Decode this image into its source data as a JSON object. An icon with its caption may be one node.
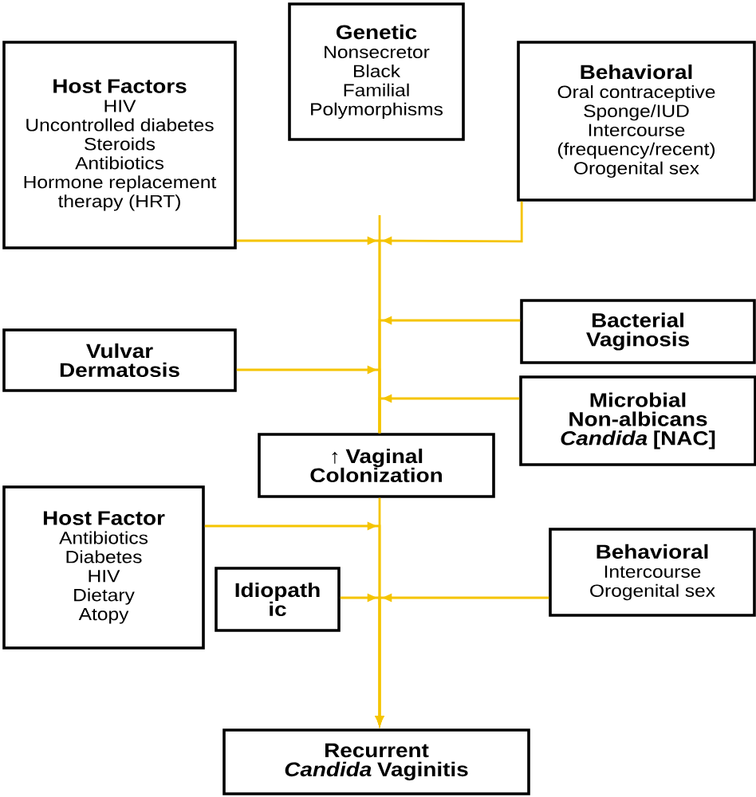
{
  "diagram": {
    "nodes": [
      {
        "text": [
          "Host Factors",
          "HIV",
          "Uncontrolled diabetes",
          "Steroids",
          "Antibiotics",
          "Hormone replacement therapy (HRT)"
        ]
      },
      {
        "text": [
          "Genetic",
          "Nonsecretor",
          "Black",
          "Familial",
          "Polymorphisms"
        ]
      },
      {
        "text": [
          "Behavioral",
          "Oral contraceptive",
          "Sponge/IUD",
          "Intercourse (frequency/recent)",
          "Orogenital sex"
        ]
      },
      {
        "text": [
          "Bacterial Vaginosis"
        ]
      },
      {
        "text": [
          "Vulvar Dermatosis"
        ]
      },
      {
        "text": [
          "Microbial Non-albicans *Candida* [NAC]"
        ]
      },
      {
        "text": [
          "↑ Vaginal Colonization"
        ]
      },
      {
        "text": [
          "Host Factor",
          "Antibiotics",
          "Diabetes",
          "HIV",
          "Dietary",
          "Atopy"
        ]
      },
      {
        "text": [
          "Idiopath ic"
        ]
      },
      {
        "text": [
          "Behavioral",
          "Intercourse",
          "Orogenital sex"
        ]
      },
      {
        "text": [
          "Recurrent *Candida* Vaginitis"
        ]
      }
    ],
    "edges": [
      {
        "from": 0,
        "to": 6,
        "arrow": "to"
      },
      {
        "from": 2,
        "to": 6,
        "arrow": "to"
      },
      {
        "from": 3,
        "to": 6,
        "arrow": "to"
      },
      {
        "from": 4,
        "to": 6,
        "arrow": "to"
      },
      {
        "from": 5,
        "to": 6,
        "arrow": "to"
      },
      {
        "from": 6,
        "to": 10,
        "arrow": "to"
      },
      {
        "from": 7,
        "to": 10,
        "arrow": "to"
      },
      {
        "from": 8,
        "to": 10,
        "arrow": "to"
      },
      {
        "from": 9,
        "to": 10,
        "arrow": "to"
      }
    ]
  }
}
